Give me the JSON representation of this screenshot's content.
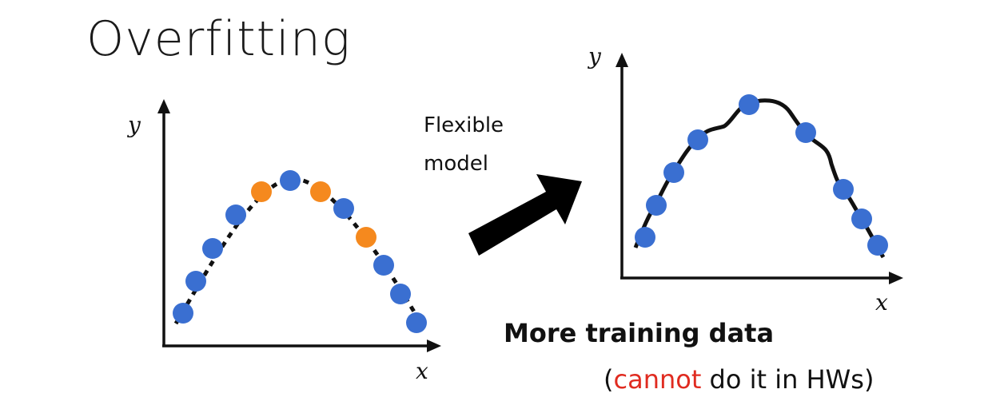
{
  "title": "Overfitting",
  "left_plot": {
    "y_label": "y",
    "x_label": "x"
  },
  "right_plot": {
    "y_label": "y",
    "x_label": "x"
  },
  "arrow_caption": {
    "line1": "Flexible",
    "line2": "model"
  },
  "bottom": {
    "headline": "More training data",
    "note_open": "(",
    "note_red": "cannot",
    "note_rest": " do it in HWs)"
  },
  "colors": {
    "blue_point": "#3a6fd1",
    "orange_point": "#f5891e",
    "curve": "#111111",
    "red_text": "#e02b20"
  }
}
